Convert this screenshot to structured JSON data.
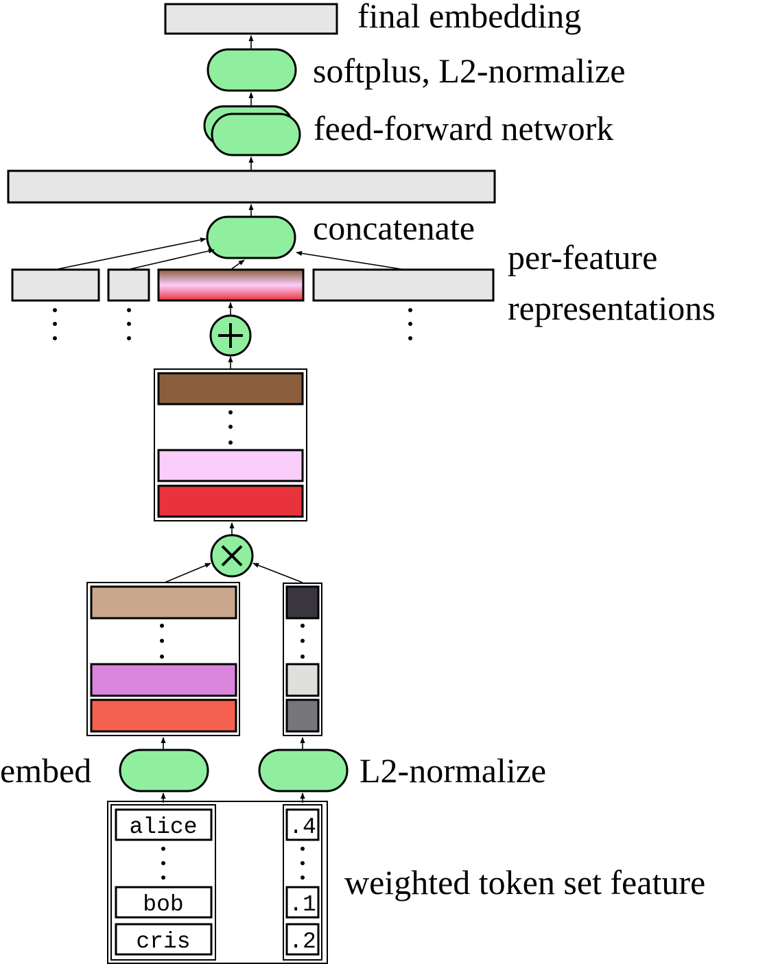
{
  "labels": {
    "final_embedding": "final embedding",
    "softplus": "softplus, L2-normalize",
    "ffn": "feed-forward network",
    "concatenate": "concatenate",
    "per_feature_1": "per-feature",
    "per_feature_2": "representations",
    "embed": "embed",
    "l2_normalize": "L2-normalize",
    "weighted_feature": "weighted token set feature"
  },
  "tokens": [
    "alice",
    "bob",
    "cris"
  ],
  "weights": [
    ".4",
    ".1",
    ".2"
  ],
  "operators": {
    "sum": "+",
    "product": "×"
  },
  "colors": {
    "node_fill": "#90ee9f",
    "vector_gray": "#e6e6e6",
    "embedding_rows": [
      "#caa78c",
      "#d985dc",
      "#f5604f"
    ],
    "weight_cells": [
      "#3a3640",
      "#dfdfdb",
      "#77777b"
    ],
    "product_rows": [
      "#8b5f3e",
      "#fbcdfb",
      "#e8333c"
    ]
  },
  "icons": {
    "sum_node": "plus-circle-icon",
    "product_node": "times-circle-icon"
  }
}
